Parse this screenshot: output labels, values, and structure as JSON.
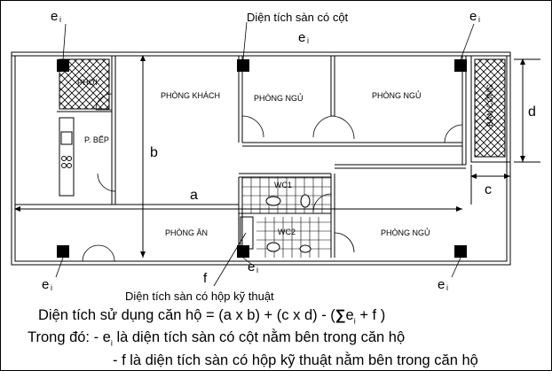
{
  "labels": {
    "col_area_top": "Diện tích sàn có cột",
    "shaft_area": "Diện tích sàn có hộp kỹ thuật"
  },
  "symbols": {
    "e_left_top": "e",
    "e_right_top": "e",
    "e_center_top": "e",
    "e_left_bottom": "e",
    "e_mid_bottom": "e",
    "e_right_bottom": "e",
    "sub": "i",
    "f": "f"
  },
  "dimensions": {
    "a": "a",
    "b": "b",
    "c": "c",
    "d": "d"
  },
  "rooms": {
    "phoi": "PHƠI",
    "phong_khach": "PHÒNG KHÁCH",
    "phong_ngu_1": "PHÒNG NGỦ",
    "phong_ngu_2": "PHÒNG NGỦ",
    "p_bep": "P. BẾP",
    "wc1": "WC1",
    "wc2": "WC2",
    "phong_an": "PHÒNG ĂN",
    "phong_ngu_3": "PHÒNG NGỦ",
    "ban_cong": "BAN CÔNG"
  },
  "formula": {
    "line1_prefix": "Diện tích sử dụng căn hộ = (a x b) + (c x d) - (",
    "line1_sigma": "∑",
    "line1_e": "e",
    "line1_sub": "i",
    "line1_suffix": "+ f )",
    "line2_prefix": "Trong đó: - e",
    "line2_sub": "i",
    "line2_suffix": " là diện tích sàn có cột nằm bên trong căn hộ",
    "line3": "- f là diện tích sàn có hộp kỹ thuật nằm bên trong căn hộ"
  }
}
